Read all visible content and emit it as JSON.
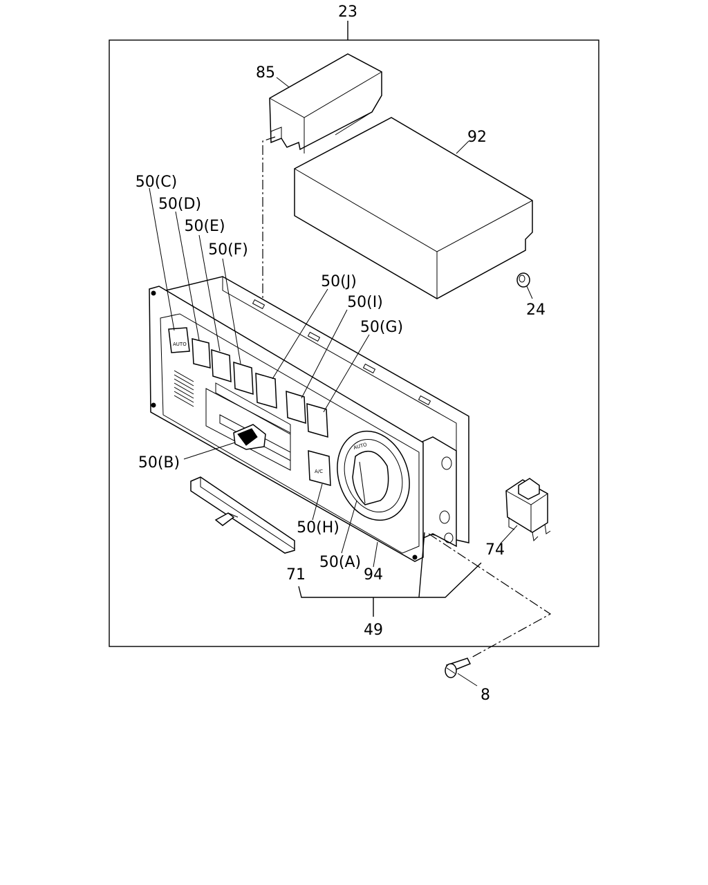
{
  "callouts": {
    "assembly": "23",
    "cover": "85",
    "control_unit": "92",
    "clip": "24",
    "btn_c": "50(C)",
    "btn_d": "50(D)",
    "btn_e": "50(E)",
    "btn_f": "50(F)",
    "btn_j": "50(J)",
    "btn_i": "50(I)",
    "btn_g": "50(G)",
    "knob_b": "50(B)",
    "btn_h": "50(H)",
    "knob_a": "50(A)",
    "panel": "94",
    "slider": "71",
    "harness": "49",
    "relay": "74",
    "screw": "8"
  },
  "panel_text": {
    "auto_button": "AUTO",
    "ac_button": "A/C",
    "dial_auto": "AUTO"
  }
}
